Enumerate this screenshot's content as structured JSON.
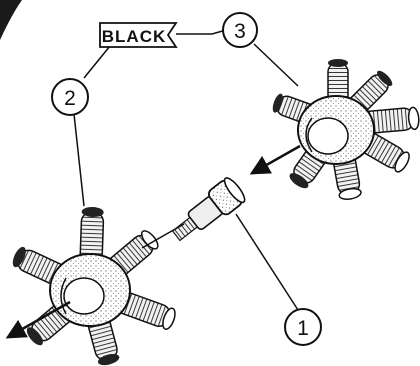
{
  "diagram": {
    "tag_label": "BLACK",
    "callouts": [
      {
        "id": "callout-1",
        "label": "1"
      },
      {
        "id": "callout-2",
        "label": "2"
      },
      {
        "id": "callout-3",
        "label": "3"
      }
    ]
  }
}
